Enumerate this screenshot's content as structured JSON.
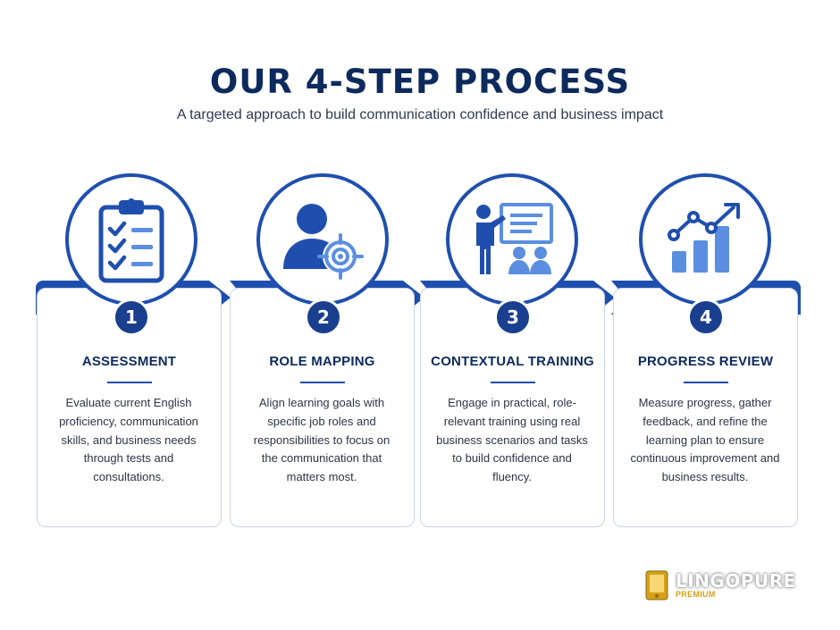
{
  "header": {
    "title": "OUR 4-STEP PROCESS",
    "subtitle": "A targeted approach to build communication confidence and business impact"
  },
  "steps": [
    {
      "number": "1",
      "title": "ASSESSMENT",
      "icon": "clipboard-checklist-icon",
      "description": "Evaluate current English proficiency, communication skills, and business needs through tests and consultations."
    },
    {
      "number": "2",
      "title": "ROLE MAPPING",
      "icon": "person-target-icon",
      "description": "Align learning goals with specific job roles and responsibilities to focus on the communication that matters most."
    },
    {
      "number": "3",
      "title": "CONTEXTUAL TRAINING",
      "icon": "presenter-audience-icon",
      "description": "Engage in practical, role-relevant training using real business scenarios and tasks to build confidence and fluency."
    },
    {
      "number": "4",
      "title": "PROGRESS REVIEW",
      "icon": "growth-chart-icon",
      "description": "Measure progress, gather feedback, and refine the learning plan to ensure continuous improvement and business results."
    }
  ],
  "logo": {
    "name": "LINGOPURE",
    "tagline": "PREMIUM"
  },
  "colors": {
    "primary": "#1f4fae",
    "dark": "#0d2a5c",
    "light_icon": "#5b8ee0",
    "card_border": "#c9d3e6",
    "logo_gold": "#d4a017"
  }
}
